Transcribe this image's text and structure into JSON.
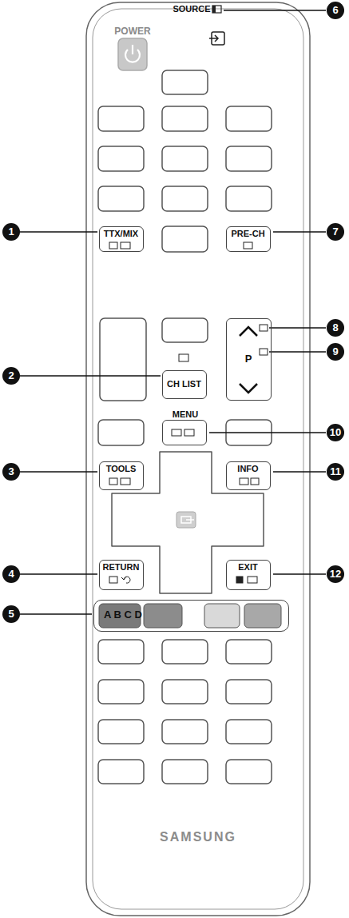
{
  "diagram": {
    "nodes": [
      {
        "text": [
          "SAMSUNG"
        ]
      },
      {
        "text": [
          "POWER"
        ],
        "in": 0
      },
      {
        "text": [
          "SOURCE"
        ],
        "in": 0
      },
      {
        "text": [
          "TTX/MIX"
        ],
        "in": 0
      },
      {
        "text": [
          "PRE-CH"
        ],
        "in": 0
      },
      {
        "text": [
          "CH LIST"
        ],
        "in": 0
      },
      {
        "text": [
          "P"
        ],
        "in": 0
      },
      {
        "text": [
          "MENU"
        ],
        "in": 0
      },
      {
        "text": [
          "TOOLS"
        ],
        "in": 0
      },
      {
        "text": [
          "INFO"
        ],
        "in": 0
      },
      {
        "text": [
          "RETURN"
        ],
        "in": 0
      },
      {
        "text": [
          "EXIT"
        ],
        "in": 0
      },
      {
        "text": [
          "A B C D"
        ],
        "in": 0
      }
    ],
    "labels": [
      "1",
      "2",
      "3",
      "4",
      "5",
      "6",
      "7",
      "8",
      "9",
      "10",
      "11",
      "12"
    ]
  }
}
